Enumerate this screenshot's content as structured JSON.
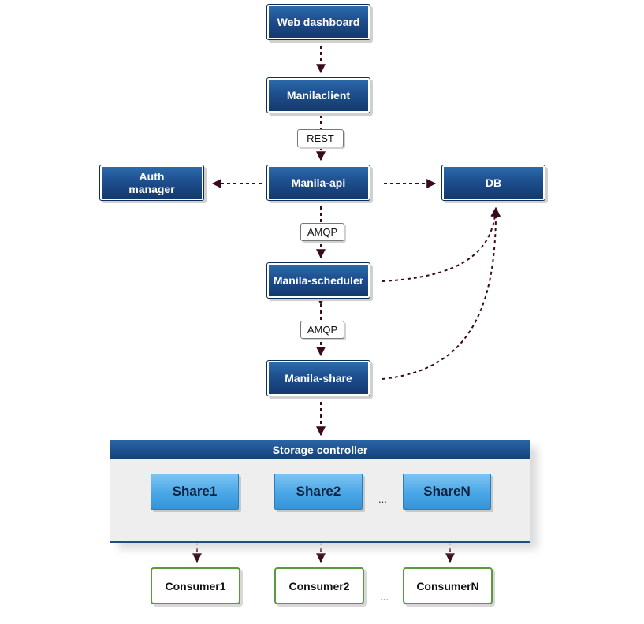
{
  "nodes": {
    "web_dashboard": "Web dashboard",
    "manilaclient": "Manilaclient",
    "auth_manager_line1": "Auth",
    "auth_manager_line2": "manager",
    "manila_api": "Manila-api",
    "db": "DB",
    "manila_scheduler": "Manila-scheduler",
    "manila_share": "Manila-share"
  },
  "edge_labels": {
    "rest": "REST",
    "amqp_api_scheduler": "AMQP",
    "amqp_scheduler_share": "AMQP"
  },
  "storage_controller": {
    "title": "Storage controller",
    "shares": [
      "Share1",
      "Share2",
      "ShareN"
    ],
    "ellipsis": "..."
  },
  "consumers": {
    "items": [
      "Consumer1",
      "Consumer2",
      "ConsumerN"
    ],
    "ellipsis": "..."
  },
  "colors": {
    "node_blue": "#1e4f8e",
    "share_blue": "#4aa6e6",
    "consumer_border": "#5a9a3a",
    "connector": "#3a0a1e"
  }
}
